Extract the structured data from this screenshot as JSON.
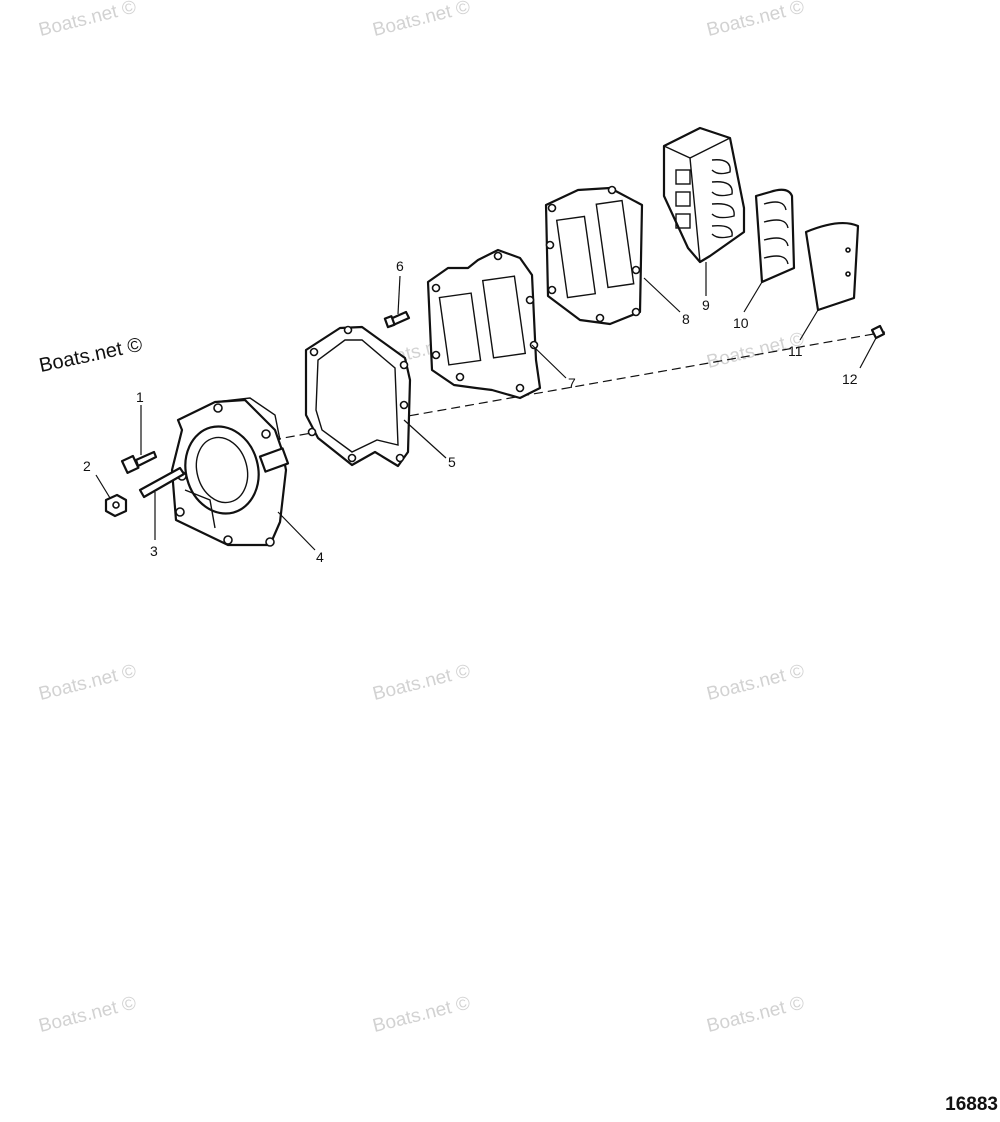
{
  "watermark": {
    "text": "Boats.net ©"
  },
  "figure_number": "16883",
  "callouts": [
    "1",
    "2",
    "3",
    "4",
    "5",
    "6",
    "7",
    "8",
    "9",
    "10",
    "11",
    "12"
  ]
}
